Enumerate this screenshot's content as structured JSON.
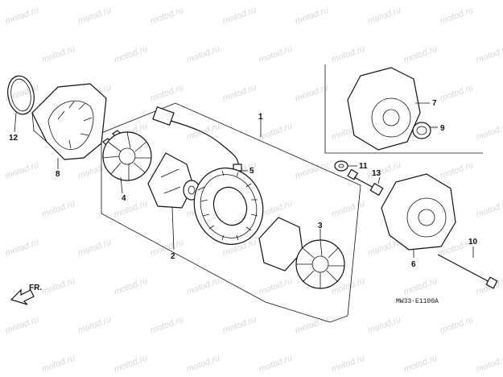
{
  "watermark": "motod.ru",
  "diagram_code": "MW33-E1100A",
  "direction_label": "FR.",
  "parts": [
    {
      "id": "1",
      "label": "1"
    },
    {
      "id": "2",
      "label": "2"
    },
    {
      "id": "3",
      "label": "3"
    },
    {
      "id": "4",
      "label": "4"
    },
    {
      "id": "5",
      "label": "5"
    },
    {
      "id": "6",
      "label": "6"
    },
    {
      "id": "7",
      "label": "7"
    },
    {
      "id": "8",
      "label": "8"
    },
    {
      "id": "9",
      "label": "9"
    },
    {
      "id": "10",
      "label": "10"
    },
    {
      "id": "11",
      "label": "11"
    },
    {
      "id": "12",
      "label": "12"
    },
    {
      "id": "13",
      "label": "13"
    }
  ]
}
